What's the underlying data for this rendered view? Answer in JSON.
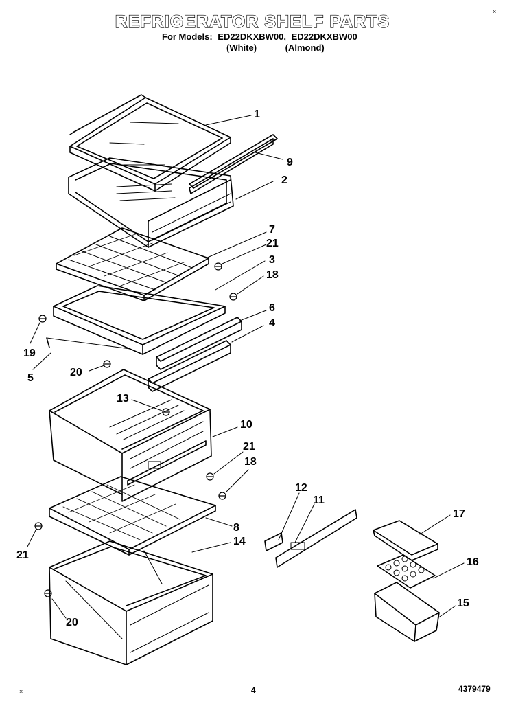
{
  "header": {
    "title": "REFRIGERATOR SHELF PARTS",
    "models_label": "For Models:",
    "model_white": "ED22DKXBW00,",
    "model_almond": "ED22DKXBW00",
    "color_white": "(White)",
    "color_almond": "(Almond)"
  },
  "callouts": [
    "1",
    "9",
    "2",
    "7",
    "21",
    "3",
    "18",
    "6",
    "4",
    "19",
    "5",
    "20",
    "13",
    "10",
    "21",
    "18",
    "12",
    "11",
    "17",
    "8",
    "14",
    "21",
    "16",
    "15",
    "20"
  ],
  "footer": {
    "page_number": "4",
    "document_number": "4379479",
    "corner_mark_top": "×",
    "corner_mark_bottom": "×"
  }
}
